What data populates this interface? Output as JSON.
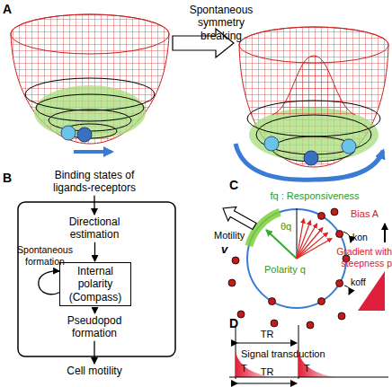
{
  "diagram": {
    "nodes": [
      {
        "text": [
          "Binding states of ligands-receptors"
        ]
      },
      {
        "text": [
          "Directional estimation"
        ]
      },
      {
        "text": [
          "Internal polarity (Compass)"
        ]
      },
      {
        "text": [
          "Pseudopod formation"
        ]
      },
      {
        "text": [
          "Cell motility"
        ]
      }
    ],
    "edges": [
      {
        "from": 0,
        "to": 1,
        "arrow": "to"
      },
      {
        "from": 1,
        "to": 2,
        "arrow": "to"
      },
      {
        "from": 2,
        "to": 3,
        "arrow": "to"
      },
      {
        "from": 3,
        "to": 4,
        "arrow": "to"
      }
    ],
    "labels": [
      "A",
      "Spontaneous symmetry breaking",
      "B",
      "Spontaneous formation",
      "C",
      "fq : Responsiveness",
      "Motility",
      "v",
      "θq",
      "Polarity q",
      "Bias A",
      "kon",
      "Gradient with steepness p",
      "koff",
      "D",
      "TR",
      "Signal transduction",
      "T",
      "T",
      "TR"
    ]
  }
}
